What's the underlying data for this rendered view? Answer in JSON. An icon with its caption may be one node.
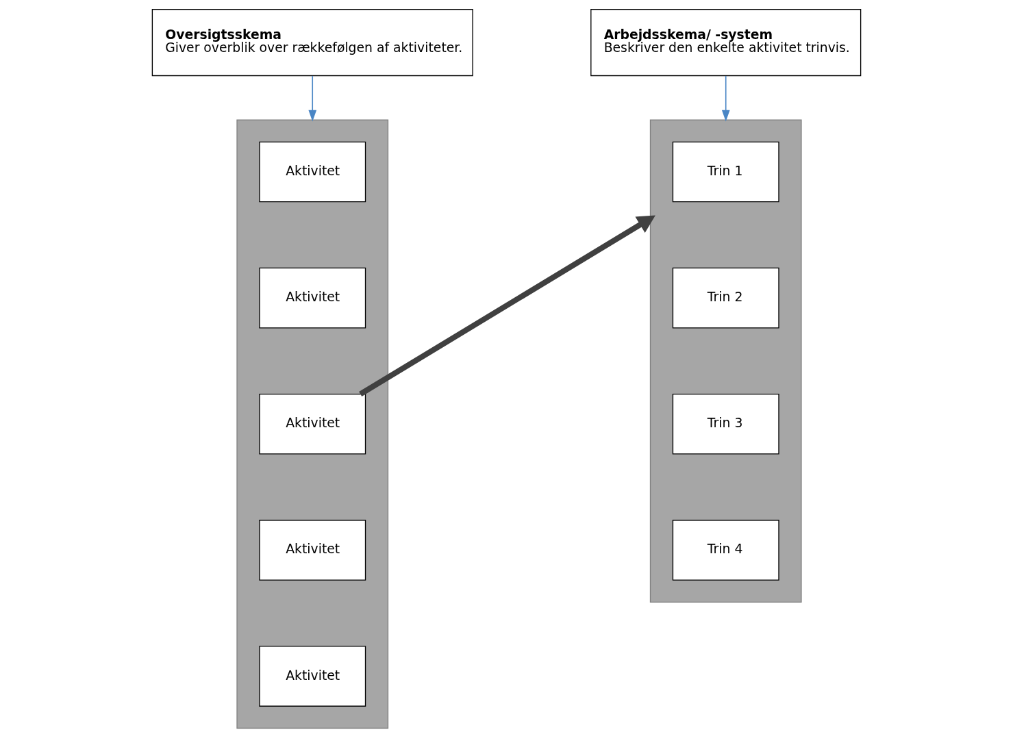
{
  "diagram": {
    "nodes": [
      {
        "text": [],
        "shape": "box"
      },
      {
        "text": [
          "Aktivitet"
        ],
        "in": 0
      },
      {
        "text": [
          "Aktivitet"
        ],
        "in": 0
      },
      {
        "text": [
          "Aktivitet"
        ],
        "in": 0
      },
      {
        "text": [
          "Aktivitet"
        ],
        "in": 0
      },
      {
        "text": [
          "Aktivitet"
        ],
        "in": 0
      },
      {
        "text": [
          "Oversigtsskema",
          "Giver overblik over rækkefølgen af aktiviteter."
        ]
      },
      {
        "text": [],
        "shape": "box"
      },
      {
        "text": [
          "Trin 1"
        ],
        "in": 7
      },
      {
        "text": [
          "Trin 2"
        ],
        "in": 7
      },
      {
        "text": [
          "Trin 3"
        ],
        "in": 7
      },
      {
        "text": [
          "Trin 4"
        ],
        "in": 7
      },
      {
        "text": [
          "Arbejdsskema/ -system",
          "Beskriver den enkelte aktivitet trinvis."
        ]
      }
    ],
    "edges": [
      {
        "from": 6,
        "to": 0,
        "arrow": "to"
      },
      {
        "from": 3,
        "to": 7,
        "arrow": "to",
        "style": "thick",
        "color": "#404040"
      },
      {
        "from": 12,
        "to": 7,
        "arrow": "to"
      }
    ]
  }
}
